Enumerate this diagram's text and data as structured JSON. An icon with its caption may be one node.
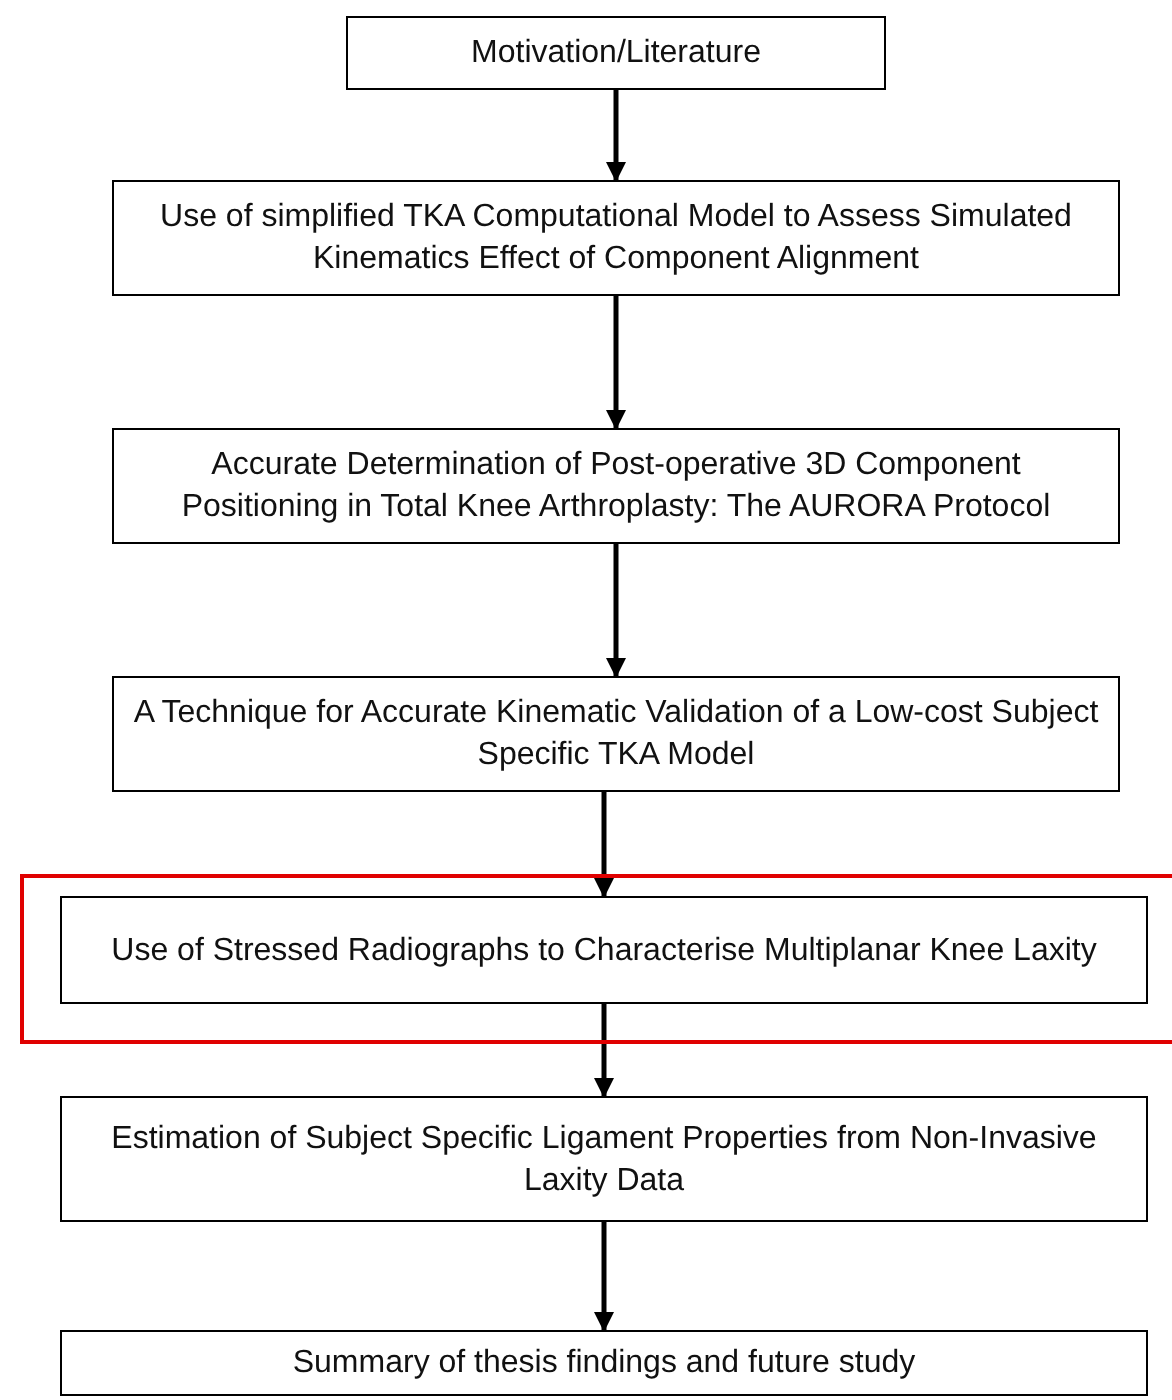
{
  "diagram": {
    "nodes": [
      {
        "text": [
          "Motivation/Literature"
        ]
      },
      {
        "text": [
          "Use of simplified TKA Computational Model to Assess Simulated Kinematics Effect of Component Alignment"
        ]
      },
      {
        "text": [
          "Accurate Determination of Post-operative 3D Component Positioning in Total Knee Arthroplasty: The AURORA Protocol"
        ]
      },
      {
        "text": [
          "A Technique for Accurate Kinematic Validation of a Low-cost Subject Specific TKA Model"
        ]
      },
      {
        "text": [],
        "shape": "box"
      },
      {
        "text": [
          "Use of Stressed Radiographs to Characterise Multiplanar Knee Laxity"
        ],
        "in": 4
      },
      {
        "text": [
          "Estimation of Subject Specific Ligament Properties from Non-Invasive Laxity Data"
        ]
      },
      {
        "text": [
          "Summary of thesis findings and future study"
        ]
      }
    ],
    "edges": [
      {
        "from": 0,
        "to": 1,
        "arrow": "to"
      },
      {
        "from": 1,
        "to": 2,
        "arrow": "to"
      },
      {
        "from": 2,
        "to": 3,
        "arrow": "to"
      },
      {
        "from": 3,
        "to": 5,
        "arrow": "to"
      },
      {
        "from": 5,
        "to": 6,
        "arrow": "to"
      },
      {
        "from": 6,
        "to": 7,
        "arrow": "to"
      }
    ]
  }
}
